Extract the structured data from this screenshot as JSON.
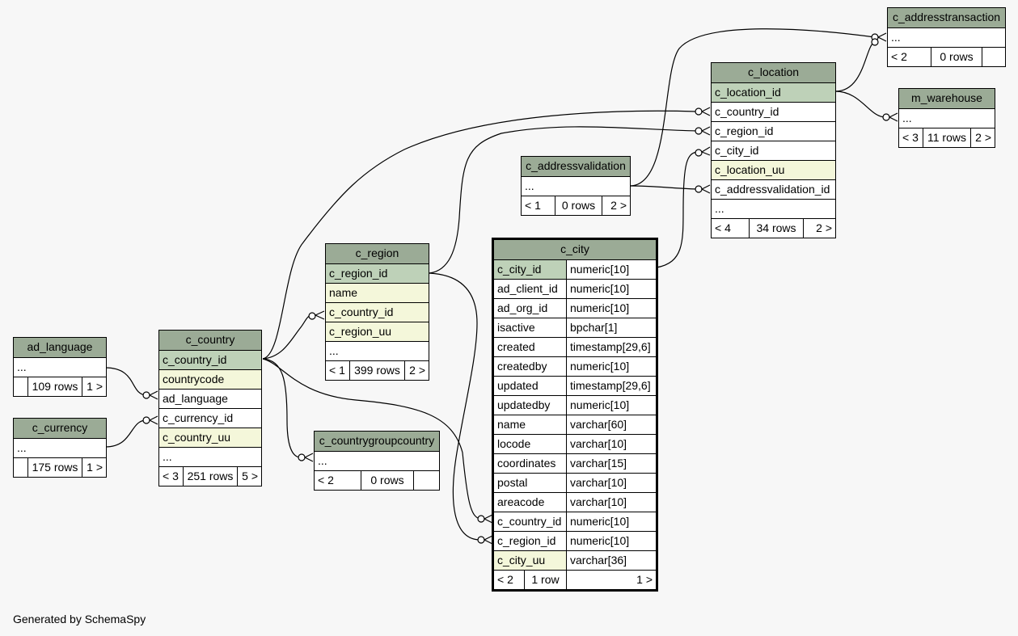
{
  "footer": "Generated by SchemaSpy",
  "tables": {
    "c_addresstransaction": {
      "name": "c_addresstransaction",
      "cols": [
        "..."
      ],
      "foot": [
        "< 2",
        "0 rows",
        ""
      ]
    },
    "c_location": {
      "name": "c_location",
      "cols": [
        "c_location_id",
        "c_country_id",
        "c_region_id",
        "c_city_id",
        "c_location_uu",
        "c_addressvalidation_id",
        "..."
      ],
      "foot": [
        "< 4",
        "34 rows",
        "2 >"
      ]
    },
    "m_warehouse": {
      "name": "m_warehouse",
      "cols": [
        "..."
      ],
      "foot": [
        "< 3",
        "11 rows",
        "2 >"
      ]
    },
    "c_addressvalidation": {
      "name": "c_addressvalidation",
      "cols": [
        "..."
      ],
      "foot": [
        "< 1",
        "0 rows",
        "2 >"
      ]
    },
    "c_region": {
      "name": "c_region",
      "cols": [
        "c_region_id",
        "name",
        "c_country_id",
        "c_region_uu",
        "..."
      ],
      "foot": [
        "< 1",
        "399 rows",
        "2 >"
      ]
    },
    "c_city": {
      "name": "c_city",
      "cols": [
        {
          "name": "c_city_id",
          "type": "numeric[10]"
        },
        {
          "name": "ad_client_id",
          "type": "numeric[10]"
        },
        {
          "name": "ad_org_id",
          "type": "numeric[10]"
        },
        {
          "name": "isactive",
          "type": "bpchar[1]"
        },
        {
          "name": "created",
          "type": "timestamp[29,6]"
        },
        {
          "name": "createdby",
          "type": "numeric[10]"
        },
        {
          "name": "updated",
          "type": "timestamp[29,6]"
        },
        {
          "name": "updatedby",
          "type": "numeric[10]"
        },
        {
          "name": "name",
          "type": "varchar[60]"
        },
        {
          "name": "locode",
          "type": "varchar[10]"
        },
        {
          "name": "coordinates",
          "type": "varchar[15]"
        },
        {
          "name": "postal",
          "type": "varchar[10]"
        },
        {
          "name": "areacode",
          "type": "varchar[10]"
        },
        {
          "name": "c_country_id",
          "type": "numeric[10]"
        },
        {
          "name": "c_region_id",
          "type": "numeric[10]"
        },
        {
          "name": "c_city_uu",
          "type": "varchar[36]"
        }
      ],
      "foot": [
        "< 2",
        "1 row",
        "1 >"
      ]
    },
    "ad_language": {
      "name": "ad_language",
      "cols": [
        "..."
      ],
      "foot": [
        "",
        "109 rows",
        "1 >"
      ]
    },
    "c_country": {
      "name": "c_country",
      "cols": [
        "c_country_id",
        "countrycode",
        "ad_language",
        "c_currency_id",
        "c_country_uu",
        "..."
      ],
      "foot": [
        "< 3",
        "251 rows",
        "5 >"
      ]
    },
    "c_currency": {
      "name": "c_currency",
      "cols": [
        "..."
      ],
      "foot": [
        "",
        "175 rows",
        "1 >"
      ]
    },
    "c_countrygroupcountry": {
      "name": "c_countrygroupcountry",
      "cols": [
        "..."
      ],
      "foot": [
        "< 2",
        "0 rows",
        ""
      ]
    }
  }
}
